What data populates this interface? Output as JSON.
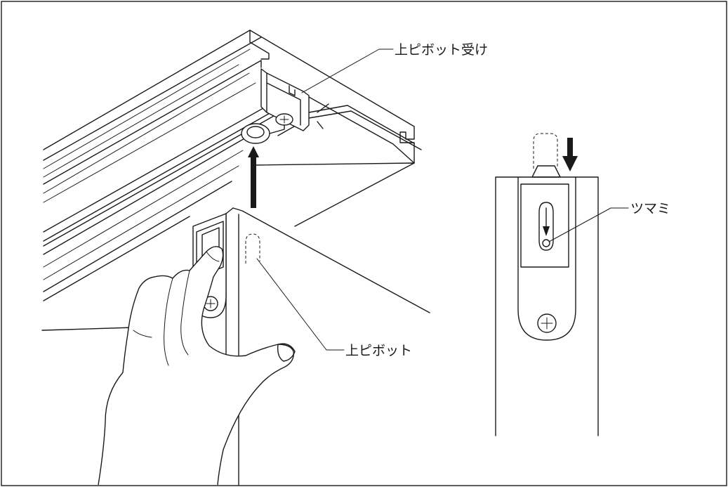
{
  "labels": {
    "upper_pivot_receiver": "上ピボット受け",
    "upper_pivot": "上ピボット",
    "knob": "ツマミ"
  }
}
